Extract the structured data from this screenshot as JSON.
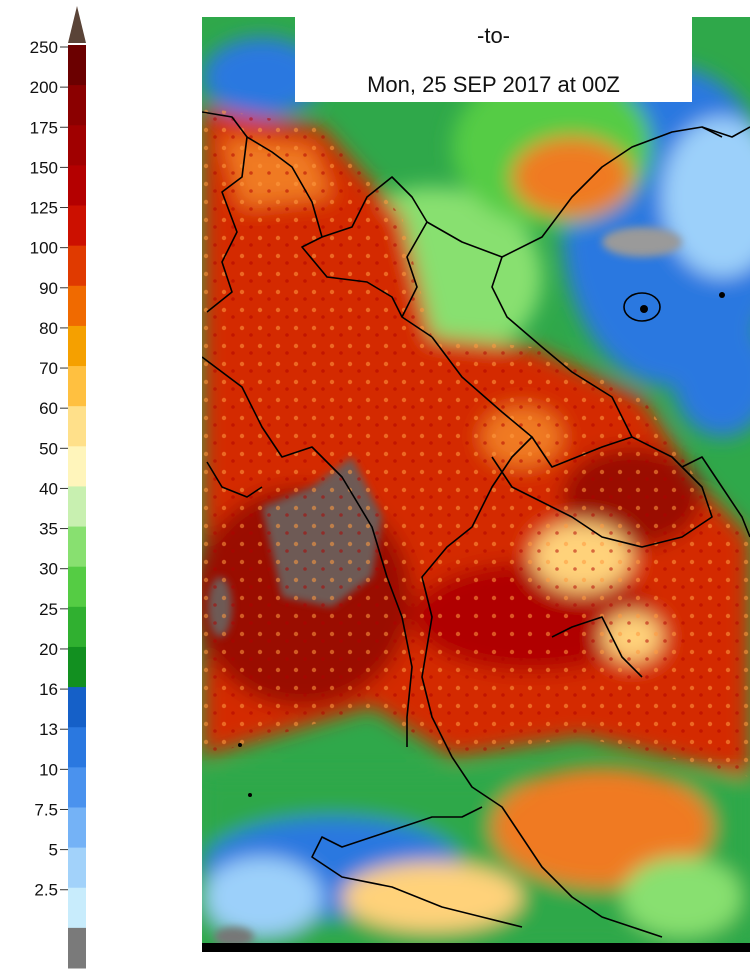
{
  "header": {
    "line1": "-to-",
    "line2": "Mon, 25 SEP 2017 at 00Z"
  },
  "legend": {
    "labels": [
      "250",
      "200",
      "175",
      "150",
      "125",
      "100",
      "90",
      "80",
      "70",
      "60",
      "50",
      "40",
      "35",
      "30",
      "25",
      "20",
      "16",
      "13",
      "10",
      "7.5",
      "5",
      "2.5"
    ],
    "colors": [
      "#6b0000",
      "#8b0000",
      "#a00000",
      "#b40000",
      "#cc1000",
      "#e03a00",
      "#f06a00",
      "#f5a000",
      "#ffc040",
      "#ffe08a",
      "#fff5bb",
      "#c8f0b0",
      "#88e070",
      "#55cc44",
      "#30b030",
      "#129020",
      "#1560c8",
      "#2a78e0",
      "#4a92ee",
      "#74b2f6",
      "#a2d2fa",
      "#c8ecfc",
      "#7a7a7a"
    ],
    "arrow_color": "#5a4438"
  },
  "map_colors": {
    "ocean_green": "#2fa84a",
    "land_red": "#d42c00",
    "deep_red": "#9a0a00",
    "orange": "#f07a20",
    "yellow": "#ffd27a",
    "blue": "#2a78e0",
    "light_blue": "#9cd0fa",
    "grey": "#7a6a66",
    "border": "#000000"
  }
}
